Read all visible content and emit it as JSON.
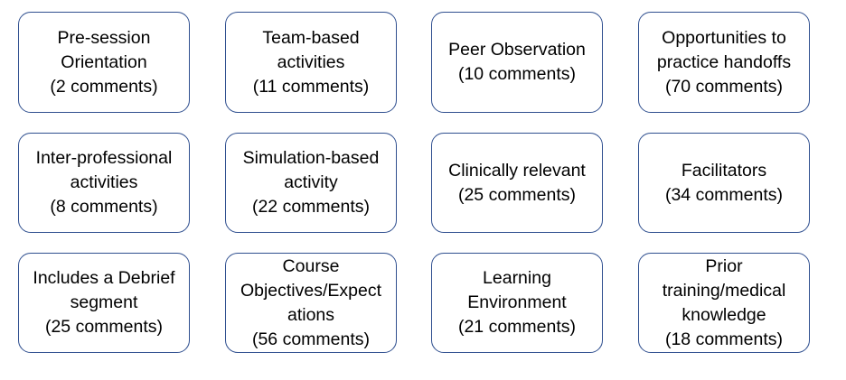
{
  "cards": [
    {
      "label": "Pre-session\nOrientation\n(2 comments)"
    },
    {
      "label": "Team-based\nactivities\n(11 comments)"
    },
    {
      "label": "Peer Observation\n(10 comments)"
    },
    {
      "label": "Opportunities to\npractice handoffs\n(70 comments)"
    },
    {
      "label": "Inter-professional\nactivities\n(8 comments)"
    },
    {
      "label": "Simulation-based\nactivity\n(22 comments)"
    },
    {
      "label": "Clinically relevant\n(25 comments)"
    },
    {
      "label": "Facilitators\n(34 comments)"
    },
    {
      "label": "Includes a Debrief\nsegment\n(25 comments)"
    },
    {
      "label": "Course\nObjectives/Expect\nations\n(56 comments)"
    },
    {
      "label": "Learning\nEnvironment\n(21 comments)"
    },
    {
      "label": "Prior\ntraining/medical\nknowledge\n(18 comments)"
    }
  ]
}
